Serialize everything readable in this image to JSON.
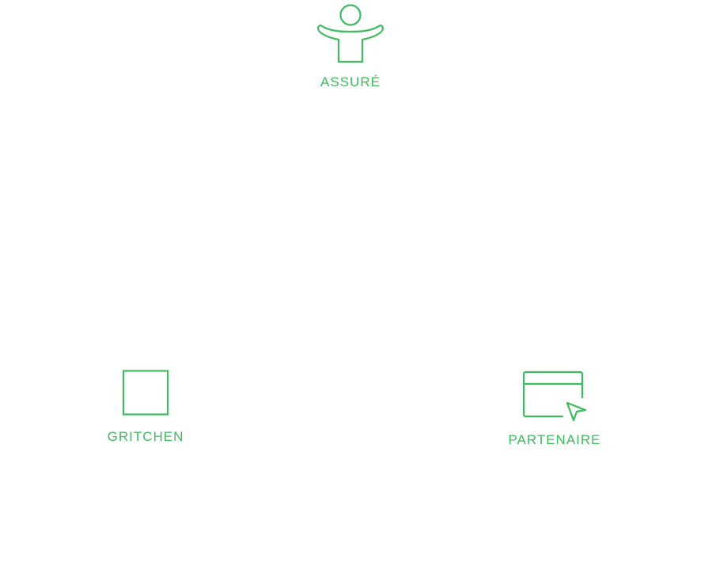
{
  "accent_color": "#3dbb5f",
  "nodes": {
    "assure": {
      "label": "ASSURÉ",
      "icon": "person-icon"
    },
    "gritchen": {
      "label": "GRITCHEN",
      "icon": "square-icon"
    },
    "partenaire": {
      "label": "PARTENAIRE",
      "icon": "browser-cursor-icon"
    }
  }
}
